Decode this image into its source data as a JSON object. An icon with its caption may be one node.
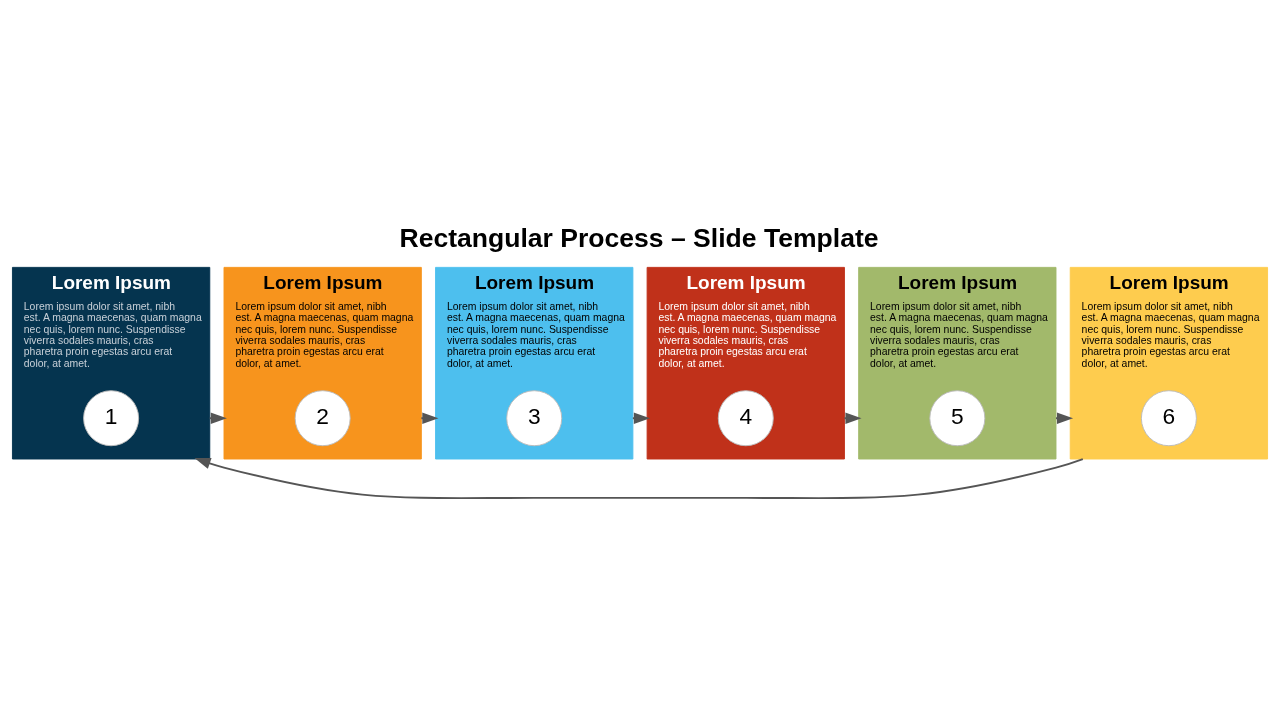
{
  "diagram": {
    "title": "Rectangular Process – Slide Template",
    "nodes": [
      {
        "text": [
          "Lorem Ipsum",
          "Lorem ipsum dolor sit amet, nibh est. A magna maecenas, quam magna nec quis, lorem nunc. Suspendisse viverra sodales mauris, cras pharetra proin egestas arcu erat dolor, at amet."
        ]
      },
      {
        "text": [
          "1"
        ],
        "in": 0
      },
      {
        "text": [
          "Lorem Ipsum",
          "Lorem ipsum dolor sit amet, nibh est. A magna maecenas, quam magna nec quis, lorem nunc. Suspendisse viverra sodales mauris, cras pharetra proin egestas arcu erat dolor, at amet."
        ]
      },
      {
        "text": [
          "2"
        ],
        "in": 2
      },
      {
        "text": [
          "Lorem Ipsum",
          "Lorem ipsum dolor sit amet, nibh est. A magna maecenas, quam magna nec quis, lorem nunc. Suspendisse viverra sodales mauris, cras pharetra proin egestas arcu erat dolor, at amet."
        ]
      },
      {
        "text": [
          "3"
        ],
        "in": 4
      },
      {
        "text": [
          "Lorem Ipsum",
          "Lorem ipsum dolor sit amet, nibh est. A magna maecenas, quam magna nec quis, lorem nunc. Suspendisse viverra sodales mauris, cras pharetra proin egestas arcu erat dolor, at amet."
        ]
      },
      {
        "text": [
          "4"
        ],
        "in": 6
      },
      {
        "text": [
          "Lorem Ipsum",
          "Lorem ipsum dolor sit amet, nibh est. A magna maecenas, quam magna nec quis, lorem nunc. Suspendisse viverra sodales mauris, cras pharetra proin egestas arcu erat dolor, at amet."
        ]
      },
      {
        "text": [
          "5"
        ],
        "in": 8
      },
      {
        "text": [
          "Lorem Ipsum",
          "Lorem ipsum dolor sit amet, nibh est. A magna maecenas, quam magna nec quis, lorem nunc. Suspendisse viverra sodales mauris, cras pharetra proin egestas arcu erat dolor, at amet."
        ]
      },
      {
        "text": [
          "6"
        ],
        "in": 10
      }
    ],
    "edges": [
      {
        "from": 0,
        "to": 2,
        "arrow": "to"
      },
      {
        "from": 2,
        "to": 4,
        "arrow": "to"
      },
      {
        "from": 4,
        "to": 6,
        "arrow": "to"
      },
      {
        "from": 6,
        "to": 8,
        "arrow": "to"
      },
      {
        "from": 8,
        "to": 10,
        "arrow": "to"
      },
      {
        "from": 10,
        "to": 0,
        "arrow": "to"
      }
    ]
  }
}
